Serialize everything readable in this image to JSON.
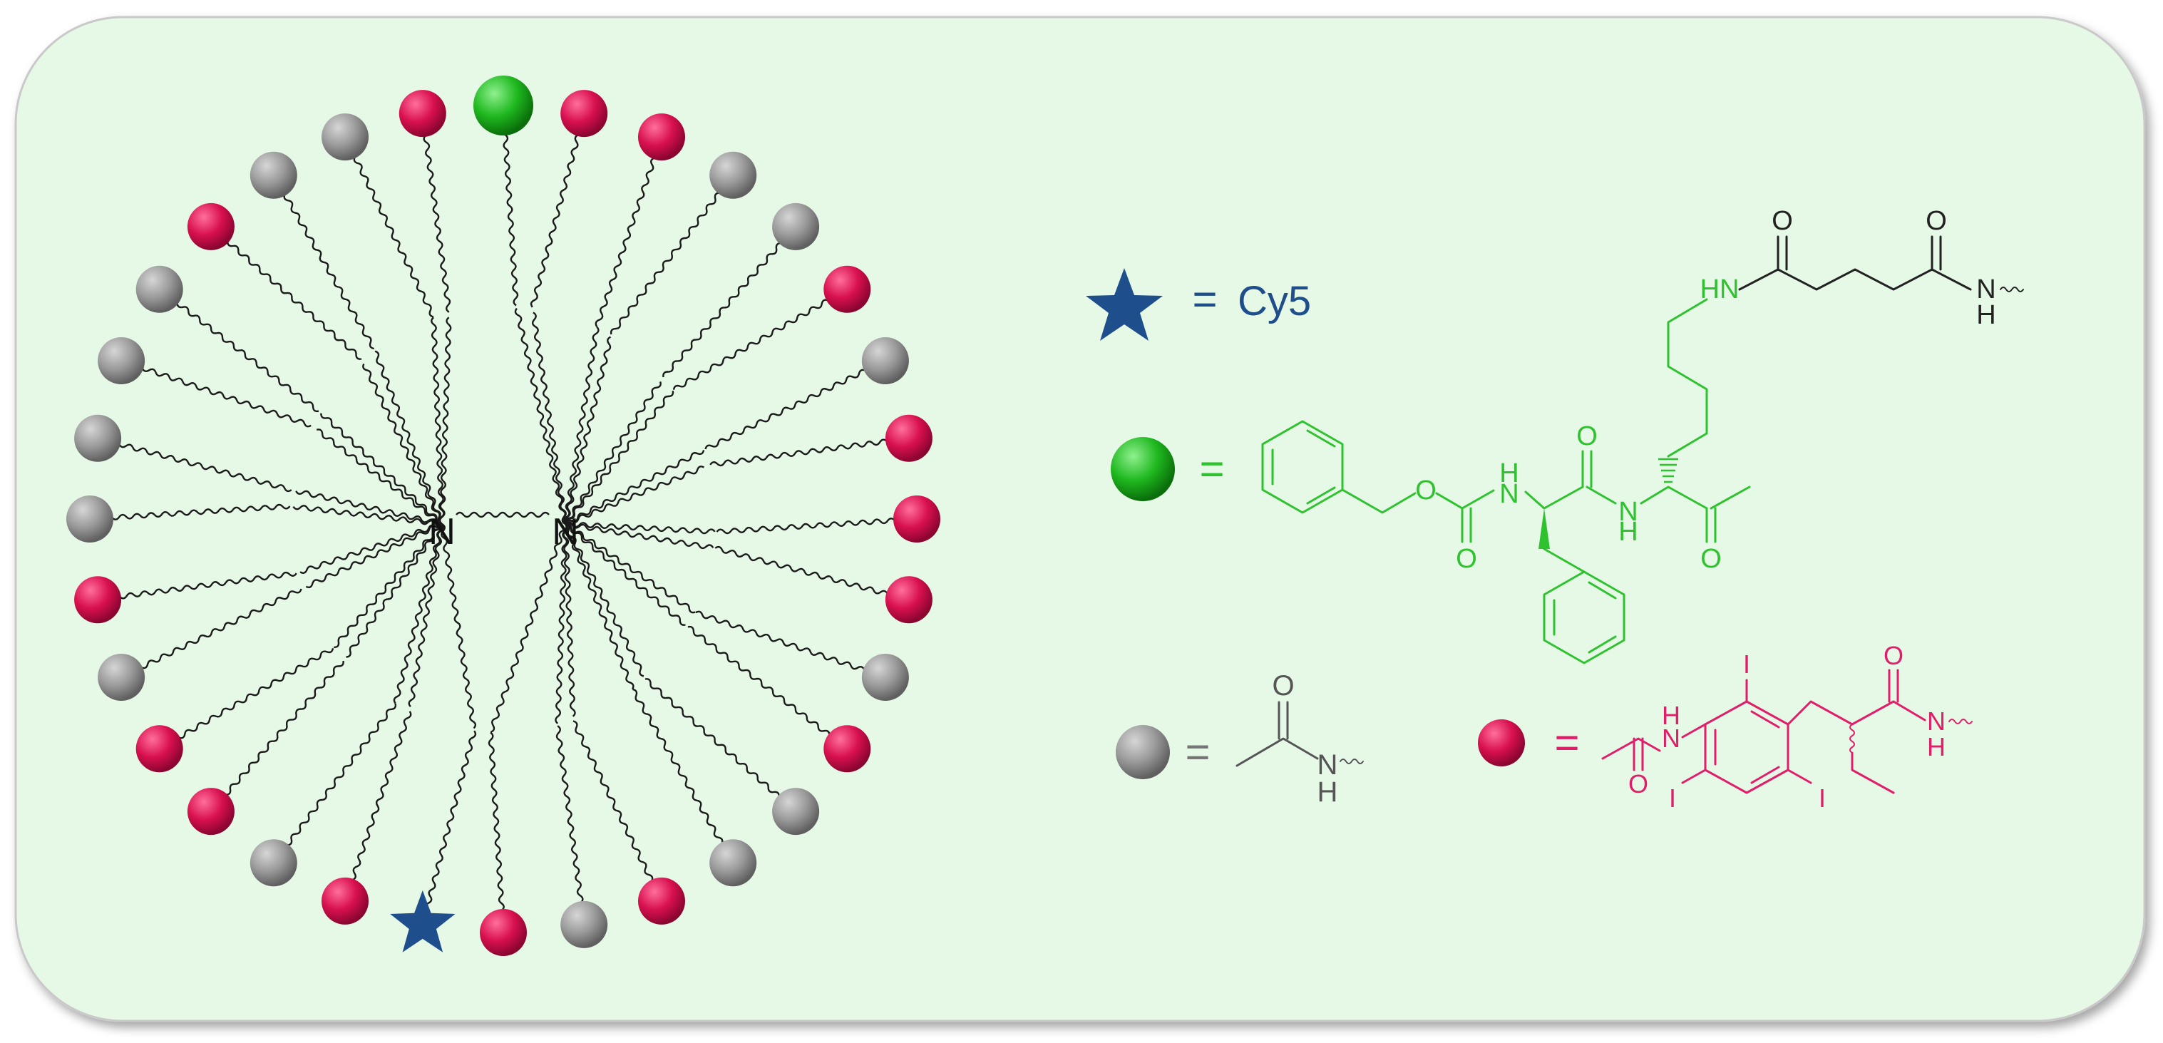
{
  "legend": {
    "star_label": "Cy5",
    "equals": "="
  },
  "core": {
    "n_left": "N",
    "n_right": "N"
  },
  "atoms": {
    "oxygen": "O",
    "nitrogen": "N",
    "hydrogen": "H",
    "nh": "NH",
    "hn": "HN",
    "iodine": "I"
  },
  "colors": {
    "background_panel": "#e6f8e6",
    "panel_border": "#c9c9c9",
    "green_bead": "#1fb81f",
    "red_bead": "#d8104f",
    "grey_bead": "#9a9a9a",
    "star": "#1f4e8c",
    "cy5_text": "#1f4e8c",
    "green_structure": "#2fc22f",
    "red_structure": "#e01e6a",
    "grey_structure": "#555555",
    "black_structure": "#222222"
  },
  "beads": [
    {
      "type": "green"
    },
    {
      "type": "red"
    },
    {
      "type": "red"
    },
    {
      "type": "grey"
    },
    {
      "type": "grey"
    },
    {
      "type": "red"
    },
    {
      "type": "grey"
    },
    {
      "type": "red"
    },
    {
      "type": "red"
    },
    {
      "type": "red"
    },
    {
      "type": "grey"
    },
    {
      "type": "red"
    },
    {
      "type": "grey"
    },
    {
      "type": "grey"
    },
    {
      "type": "red"
    },
    {
      "type": "grey"
    },
    {
      "type": "red"
    },
    {
      "type": "star"
    },
    {
      "type": "red"
    },
    {
      "type": "grey"
    },
    {
      "type": "red"
    },
    {
      "type": "red"
    },
    {
      "type": "grey"
    },
    {
      "type": "red"
    },
    {
      "type": "grey"
    },
    {
      "type": "grey"
    },
    {
      "type": "grey"
    },
    {
      "type": "grey"
    },
    {
      "type": "red"
    },
    {
      "type": "grey"
    },
    {
      "type": "grey"
    },
    {
      "type": "red"
    }
  ]
}
